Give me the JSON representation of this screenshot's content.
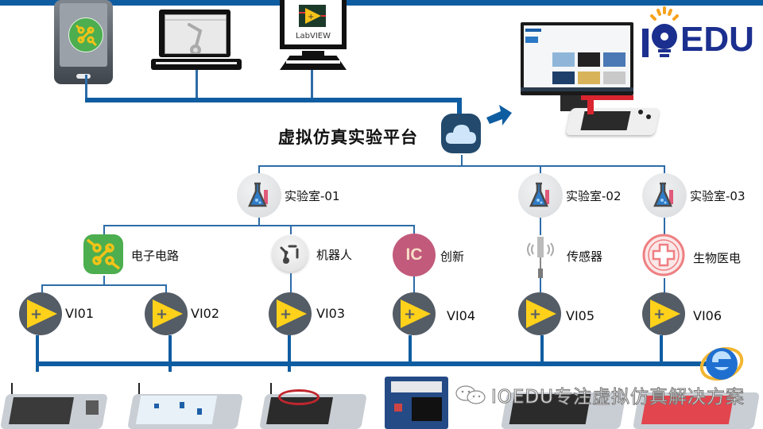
{
  "header": {
    "platform_title": "虚拟仿真实验平台",
    "brand_logo": "IOEDU",
    "colors": {
      "accent_blue": "#0f5da1",
      "brand_navy": "#1b2f8f",
      "brand_orange": "#f7a21b",
      "vi_yellow": "#ffd11a",
      "vi_gray": "#545c66"
    }
  },
  "clients": [
    {
      "name": "phone",
      "icon": "smartphone-circuit-icon"
    },
    {
      "name": "laptop",
      "icon": "laptop-robot-arm-icon"
    },
    {
      "name": "desktop",
      "icon": "desktop-labview-icon",
      "screen_text": "LabVIEW"
    }
  ],
  "cloud": {
    "icon": "cloud-icon"
  },
  "labs": [
    {
      "label": "实验室-01",
      "icon": "flask-icon"
    },
    {
      "label": "实验室-02",
      "icon": "flask-icon"
    },
    {
      "label": "实验室-03",
      "icon": "flask-icon"
    }
  ],
  "categories": [
    {
      "label": "电子电路",
      "icon": "circuit-icon"
    },
    {
      "label": "机器人",
      "icon": "robot-arm-icon"
    },
    {
      "label": "创新",
      "icon": "ic-chip-icon",
      "badge": "IC"
    },
    {
      "label": "传感器",
      "icon": "antenna-sensor-icon"
    },
    {
      "label": "生物医电",
      "icon": "medical-cross-icon"
    }
  ],
  "vis": [
    {
      "label": "VI01"
    },
    {
      "label": "VI02"
    },
    {
      "label": "VI03"
    },
    {
      "label": "VI04"
    },
    {
      "label": "VI05"
    },
    {
      "label": "VI06"
    }
  ],
  "hardware": [
    {
      "name": "elvis-board-1"
    },
    {
      "name": "elvis-board-2"
    },
    {
      "name": "elvis-board-3"
    },
    {
      "name": "blue-daq-board"
    },
    {
      "name": "elvis-board-5"
    },
    {
      "name": "elvis-board-red"
    }
  ],
  "watermark": {
    "text": "IOEDU专注虚拟仿真解决方案",
    "icon": "wechat-icon"
  }
}
